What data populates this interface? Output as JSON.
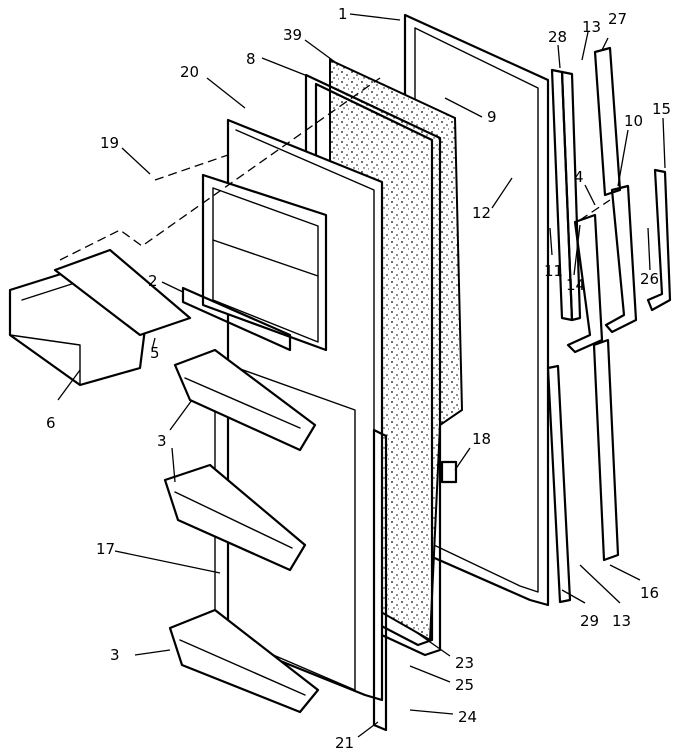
{
  "labels": [
    {
      "id": "1",
      "text": "1"
    },
    {
      "id": "39",
      "text": "39"
    },
    {
      "id": "8",
      "text": "8"
    },
    {
      "id": "20",
      "text": "20"
    },
    {
      "id": "9",
      "text": "9"
    },
    {
      "id": "19",
      "text": "19"
    },
    {
      "id": "12",
      "text": "12"
    },
    {
      "id": "28",
      "text": "28"
    },
    {
      "id": "13a",
      "text": "13"
    },
    {
      "id": "27",
      "text": "27"
    },
    {
      "id": "15",
      "text": "15"
    },
    {
      "id": "10",
      "text": "10"
    },
    {
      "id": "4",
      "text": "4"
    },
    {
      "id": "2",
      "text": "2"
    },
    {
      "id": "11",
      "text": "11"
    },
    {
      "id": "14",
      "text": "14"
    },
    {
      "id": "26",
      "text": "26"
    },
    {
      "id": "5",
      "text": "5"
    },
    {
      "id": "6",
      "text": "6"
    },
    {
      "id": "3a",
      "text": "3"
    },
    {
      "id": "18",
      "text": "18"
    },
    {
      "id": "17",
      "text": "17"
    },
    {
      "id": "3b",
      "text": "3"
    },
    {
      "id": "29",
      "text": "29"
    },
    {
      "id": "13b",
      "text": "13"
    },
    {
      "id": "16",
      "text": "16"
    },
    {
      "id": "23",
      "text": "23"
    },
    {
      "id": "25",
      "text": "25"
    },
    {
      "id": "24",
      "text": "24"
    },
    {
      "id": "21",
      "text": "21"
    }
  ]
}
